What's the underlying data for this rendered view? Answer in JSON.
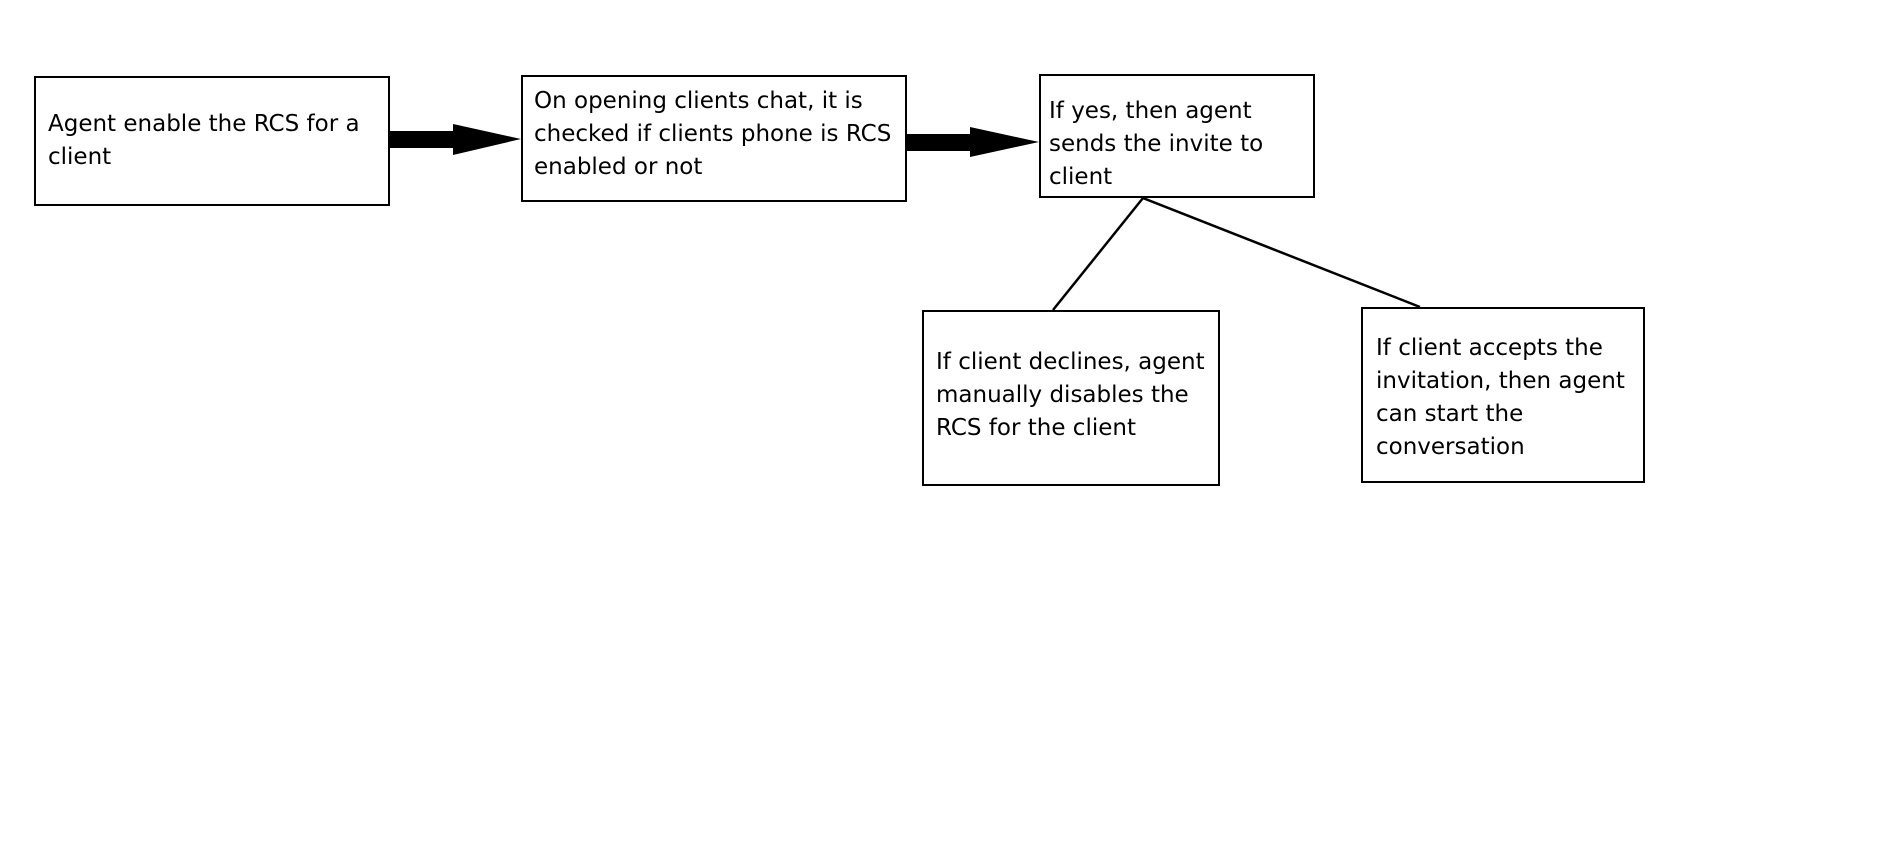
{
  "diagram": {
    "nodes": [
      {
        "id": "agent-enables-rcs",
        "text": "Agent enable the RCS for a client"
      },
      {
        "id": "check-rcs-enabled",
        "text": "On opening clients chat, it is checked if clients phone is RCS enabled or not"
      },
      {
        "id": "send-invite",
        "text": "If yes, then agent sends the invite to client"
      },
      {
        "id": "client-declines",
        "text": "If client declines, agent manually disables the RCS for the client"
      },
      {
        "id": "client-accepts",
        "text": "If client accepts the invitation, then agent can start the conversation"
      }
    ],
    "edges": [
      {
        "from": "agent-enables-rcs",
        "to": "check-rcs-enabled",
        "style": "thick-arrow"
      },
      {
        "from": "check-rcs-enabled",
        "to": "send-invite",
        "style": "thick-arrow"
      },
      {
        "from": "send-invite",
        "to": "client-declines",
        "style": "line"
      },
      {
        "from": "send-invite",
        "to": "client-accepts",
        "style": "line"
      }
    ],
    "colors": {
      "background": "#ffffff",
      "stroke": "#000000",
      "text": "#000000"
    }
  }
}
